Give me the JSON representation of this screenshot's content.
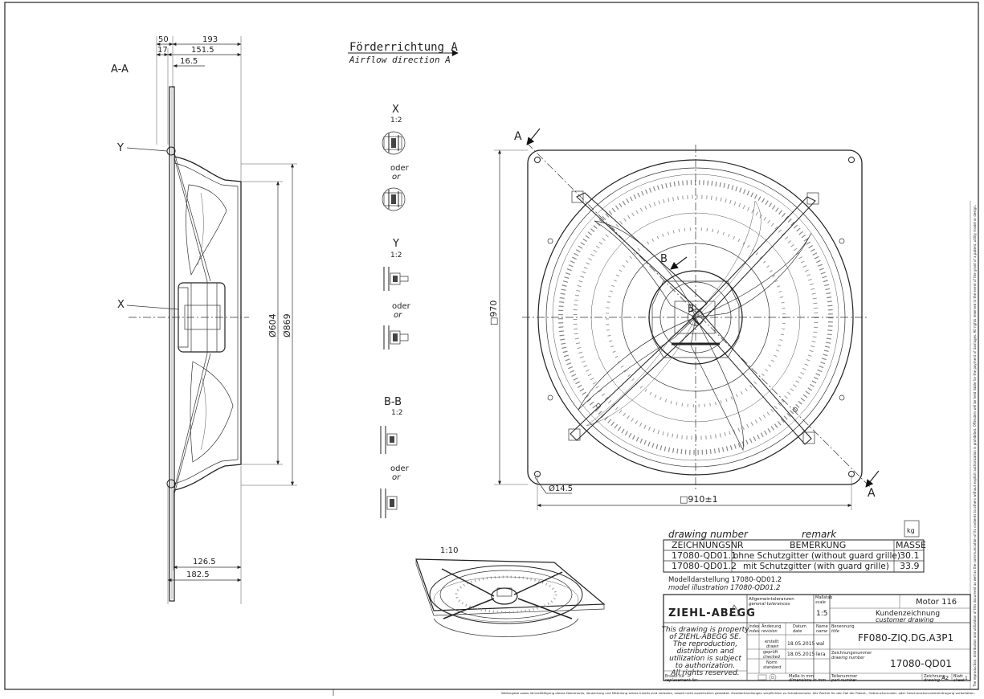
{
  "section_aa": {
    "label": "A-A",
    "dims_top": [
      "50",
      "193",
      "17",
      "151.5",
      "16.5"
    ],
    "dims_bottom": [
      "126.5",
      "182.5"
    ],
    "dia_inner": "Ø604",
    "dia_outer": "Ø869",
    "callout_y": "Y",
    "callout_x": "X"
  },
  "airflow": {
    "de": "Förderrichtung A",
    "en": "Airflow direction A"
  },
  "details": {
    "x_label": "X",
    "x_scale": "1:2",
    "y_label": "Y",
    "y_scale": "1:2",
    "bb_label": "B-B",
    "bb_scale": "1:2",
    "oder": "oder",
    "or": "or"
  },
  "front_view": {
    "cut_a": "A",
    "cut_b": "B",
    "square_side": "□970",
    "hole_pitch": "□910±1",
    "hole_dia": "Ø14.5"
  },
  "iso_view": {
    "scale": "1:10"
  },
  "variant_table": {
    "head_en": [
      "drawing number",
      "remark"
    ],
    "head_de": [
      "ZEICHNUNGSNR",
      "BEMERKUNG",
      "MASSE"
    ],
    "weight_icon": "kg",
    "rows": [
      {
        "number": "17080-QD01.1",
        "remark": "ohne Schutzgitter (without guard grille)",
        "mass": "30.1"
      },
      {
        "number": "17080-QD01.2",
        "remark": "mit Schutzgitter (with guard grille)",
        "mass": "33.9"
      }
    ]
  },
  "model_note": {
    "de": "Modelldarstellung 17080-QD01.2",
    "en": "model illustration 17080-QD01.2"
  },
  "title_block": {
    "logo": "ZIEHL-ABEGG",
    "tol_de": "Allgemeintoleranzen",
    "tol_en": "general tolerances",
    "scale_de": "Maßstab",
    "scale_en": "scale",
    "scale": "1:5",
    "motor": "Motor 116",
    "type_de": "Kundenzeichnung",
    "type_en": "customer drawing",
    "property": [
      "This drawing is property",
      "of ZIEHL-ABEGG SE.",
      "The reproduction,",
      "distribution and",
      "utilization is subject",
      "to authorization.",
      "All rights reserved."
    ],
    "index_de": "Index",
    "index_en": "index",
    "rev_de": "Änderung",
    "rev_en": "revision",
    "date_de": "Datum",
    "date_en": "date",
    "name_de": "Name",
    "name_en": "name",
    "desig_de": "Benennung",
    "desig_en": "title",
    "designation": "FF080-ZIQ.DG.A3P1",
    "drawn_de": "erstellt",
    "drawn_en": "drawn",
    "drawn_date": "18.05.2015",
    "drawn_name": "wal",
    "check_de": "geprüft",
    "check_en": "checked",
    "check_date": "18.05.2015",
    "check_name": "lera",
    "std_de": "Norm",
    "std_en": "standard",
    "dwgno_de": "Zeichnungsnummer",
    "dwgno_en": "drawing number",
    "dwgno": "17080-QD01",
    "repl_de": "Ersatz für",
    "repl_en": "replacement for",
    "units_de": "Maße in mm",
    "units_en": "dimensions in mm",
    "part_de": "Teilenummer",
    "part_en": "part number",
    "size_de": "Zeichnung",
    "size_en": "drawing",
    "size": "A2",
    "sheet_de": "Blatt",
    "sheet_en": "sheet",
    "sheet": "1"
  },
  "footer_note": "Weitergabe sowie Vervielfältigung dieses Dokuments, Verwertung und Mitteilung seines Inhalts sind verboten, soweit nicht ausdrücklich gestattet. Zuwiderhandlungen verpflichten zu Schadenersatz. Alle Rechte für den Fall der Patent-, Gebrauchsmuster- oder Geschmacksmustereintragung vorbehalten.",
  "side_note": "The reproduction, distribution and utilization of this document as well as the communication of its contents to others without explicit authorization is prohibited. Offenders will be held liable for the payment of damages. All rights reserved in the event of the grant of a patent, utility model or design."
}
